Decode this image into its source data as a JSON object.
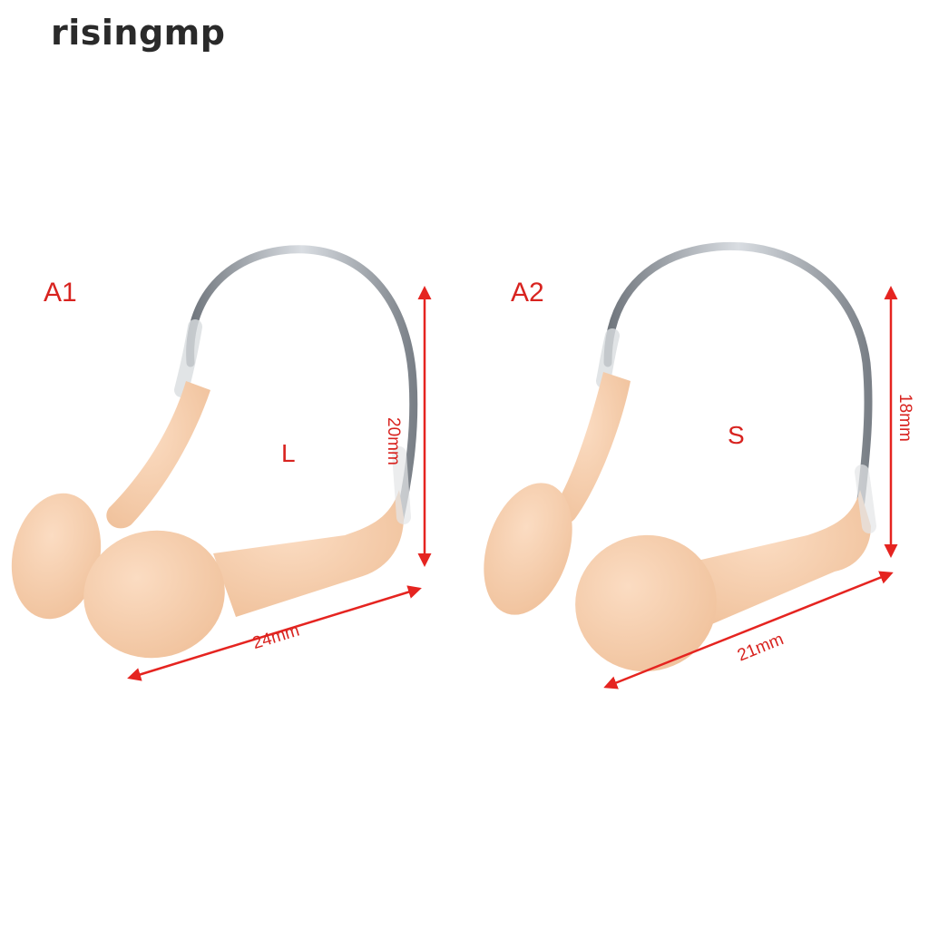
{
  "watermark": "risingmp",
  "colors": {
    "dimension": "#e52420",
    "silicone": "#f6c9a6",
    "wire": "#9ea3aa"
  },
  "products": [
    {
      "code": "A1",
      "size": "L",
      "height": "20mm",
      "width": "24mm"
    },
    {
      "code": "A2",
      "size": "S",
      "height": "18mm",
      "width": "21mm"
    }
  ]
}
